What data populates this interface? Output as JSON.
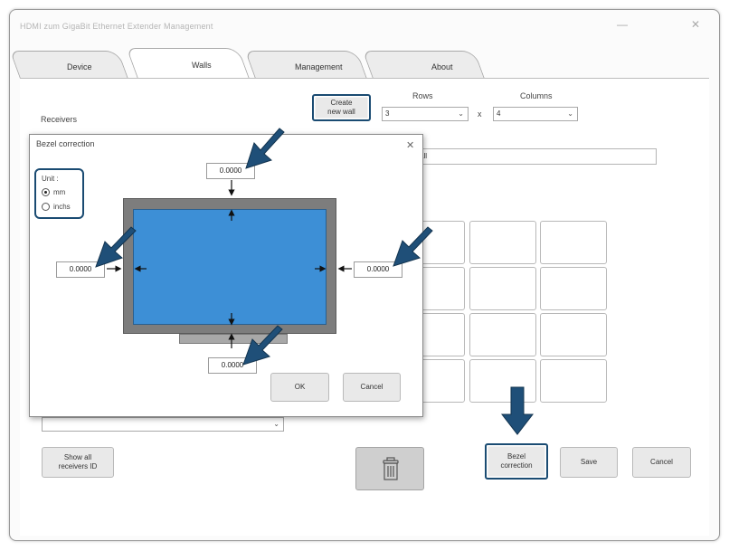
{
  "window": {
    "title": "HDMI zum GigaBit Ethernet Extender Management",
    "minimize_glyph": "—",
    "close_glyph": "✕"
  },
  "tabs": [
    {
      "label": "Device"
    },
    {
      "label": "Walls"
    },
    {
      "label": "Management"
    },
    {
      "label": "About"
    }
  ],
  "walls": {
    "receivers_label": "Receivers",
    "create_wall_label": "Create\nnew wall",
    "rows_label": "Rows",
    "rows_value": "3",
    "columns_label": "Columns",
    "columns_value": "4",
    "times_glyph": "x",
    "name_fragment": "all",
    "show_ids_label": "Show all\nreceivers ID",
    "bezel_label": "Bezel\ncorrection",
    "save_label": "Save",
    "cancel_label": "Cancel"
  },
  "dialog": {
    "title": "Bezel correction",
    "close_glyph": "✕",
    "unit_label": "Unit :",
    "unit_mm": "mm",
    "unit_inches": "inchs",
    "unit_selected": "mm",
    "top_value": "0.0000",
    "left_value": "0.0000",
    "right_value": "0.0000",
    "bottom_value": "0.0000",
    "ok_label": "OK",
    "cancel_label": "Cancel"
  },
  "colors": {
    "highlight": "#1a4b72",
    "screen": "#3d8fd6",
    "bezel": "#7d7d7d"
  },
  "icons": [
    "trash-icon",
    "chevron-down-icon",
    "callout-arrow-icon"
  ]
}
